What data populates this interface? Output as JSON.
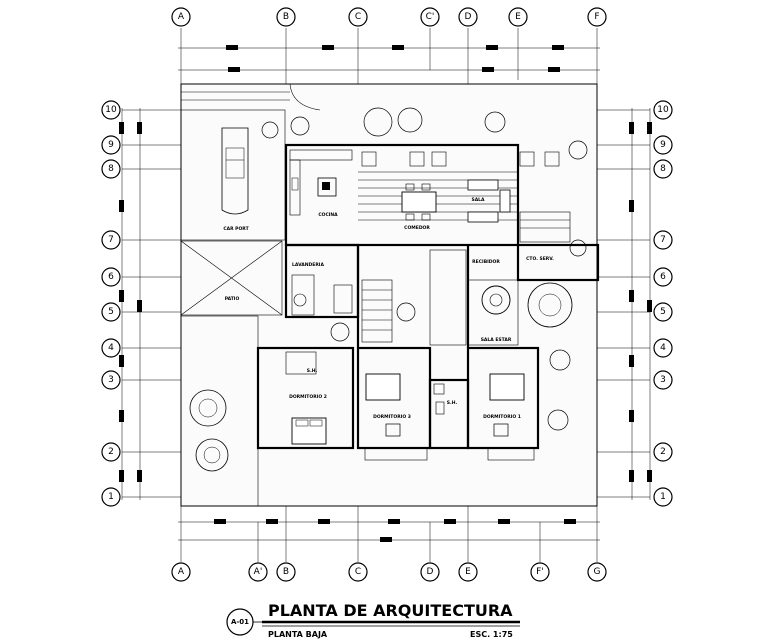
{
  "grid": {
    "top_axes": [
      "A",
      "B",
      "C",
      "C'",
      "D",
      "E",
      "F"
    ],
    "bottom_axes": [
      "A",
      "A'",
      "B",
      "C",
      "D",
      "E",
      "F'",
      "G"
    ],
    "left_axes": [
      "10",
      "9",
      "8",
      "7",
      "6",
      "5",
      "4",
      "3",
      "2",
      "1"
    ],
    "right_axes": [
      "10",
      "9",
      "8",
      "7",
      "6",
      "5",
      "4",
      "3",
      "2",
      "1"
    ]
  },
  "rooms": {
    "carport": "CAR PORT",
    "cocina": "COCINA",
    "sala": "SALA",
    "comedor": "COMEDOR",
    "lavanderia": "LAVANDERIA",
    "patio": "PATIO",
    "recibidor": "RECIBIDOR",
    "cto_servicio": "CTO. SERV.",
    "sala_estar": "SALA ESTAR",
    "sh2": "S.H.",
    "dorm2": "DORMITORIO 2",
    "dorm3": "DORMITORIO 3",
    "sh1": "S.H.",
    "dorm1": "DORMITORIO 1"
  },
  "title_block": {
    "sheet": "A-01",
    "title": "PLANTA DE ARQUITECTURA",
    "subtitle": "PLANTA BAJA",
    "scale": "ESC. 1:75"
  }
}
